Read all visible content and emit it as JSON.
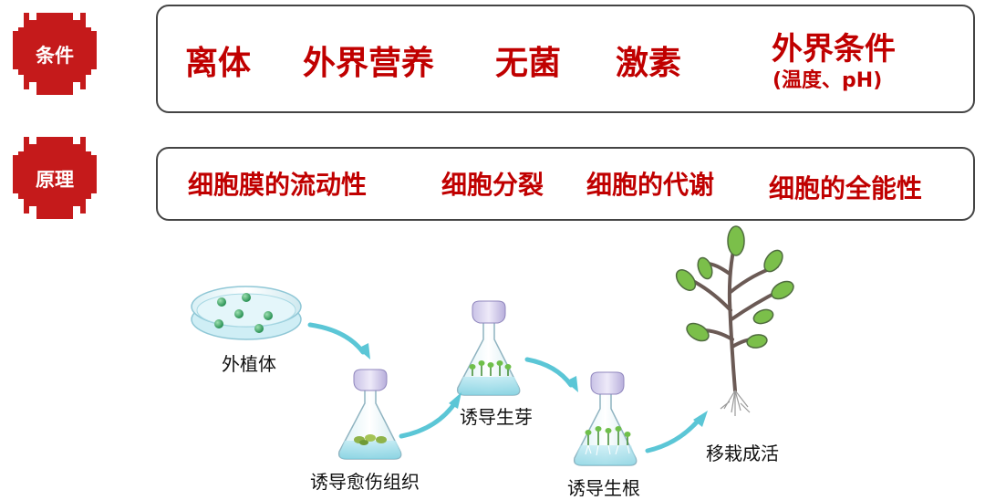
{
  "conditions": {
    "badge": "条件",
    "items": [
      "离体",
      "外界营养",
      "无菌",
      "激素",
      "外界条件"
    ],
    "note": "(温度、pH)"
  },
  "principles": {
    "badge": "原理",
    "items": [
      "细胞膜的流动性",
      "细胞分裂",
      "细胞的代谢",
      "细胞的全能性"
    ]
  },
  "process": {
    "steps": [
      "外植体",
      "诱导愈伤组织",
      "诱导生芽",
      "诱导生根",
      "移栽成活"
    ]
  },
  "colors": {
    "badge": "#c51a1b",
    "term_text": "#c00000",
    "arrow": "#5bc6d6",
    "leaf": "#7bbf4a",
    "stem": "#6b5a55"
  }
}
